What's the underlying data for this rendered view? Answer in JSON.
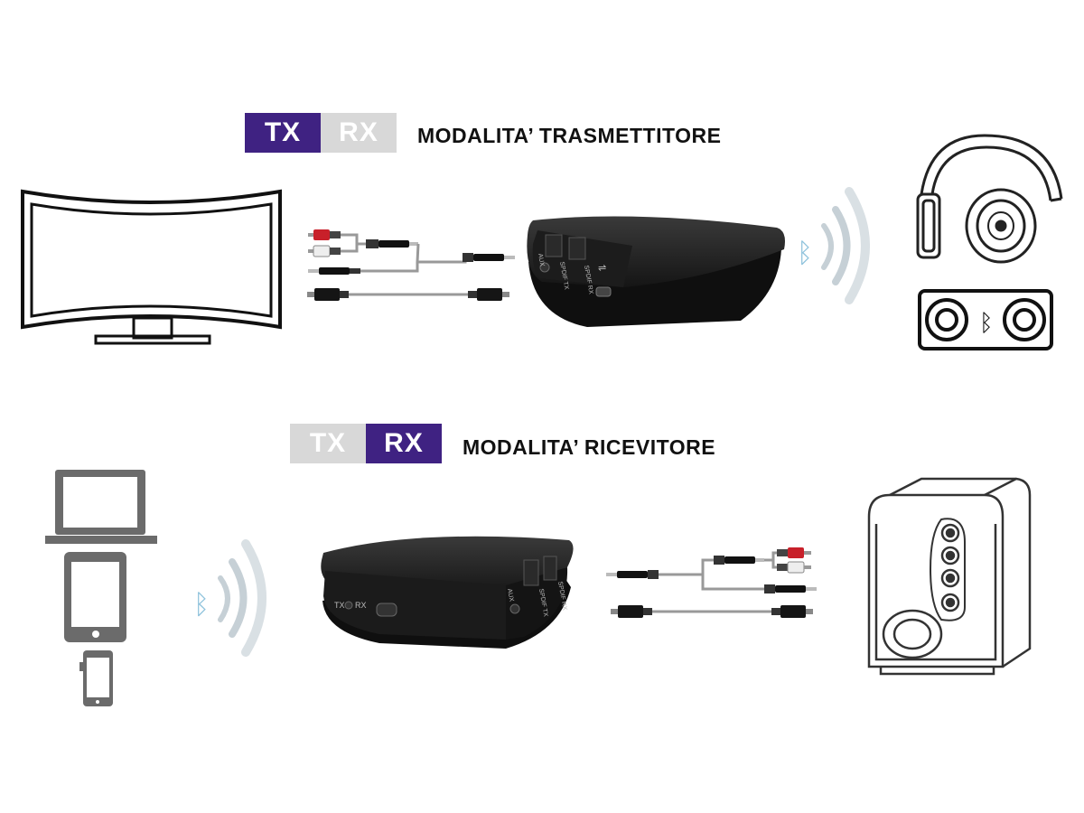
{
  "transmitter": {
    "tx_label": "TX",
    "rx_label": "RX",
    "active": "TX",
    "title": "MODALITA’ TRASMETTITORE"
  },
  "receiver": {
    "tx_label": "TX",
    "rx_label": "RX",
    "active": "RX",
    "title": "MODALITA’ RICEVITORE"
  },
  "device_labels": {
    "aux": "AUX",
    "spdif_tx": "SPDIF TX",
    "spdif_rx": "SPDIF RX",
    "tx": "TX",
    "rx": "RX"
  },
  "colors": {
    "accent_purple": "#3f2282",
    "inactive_gray": "#d8d8d8",
    "bluetooth_blue": "#8fc3dc",
    "device_black": "#1e1e1e",
    "rca_red": "#c8202a"
  },
  "icons": [
    "tv-icon",
    "headphones-icon",
    "bluetooth-speaker-icon",
    "laptop-icon",
    "tablet-icon",
    "phone-icon",
    "bookshelf-speaker-icon",
    "bluetooth-icon",
    "signal-waves-icon"
  ]
}
